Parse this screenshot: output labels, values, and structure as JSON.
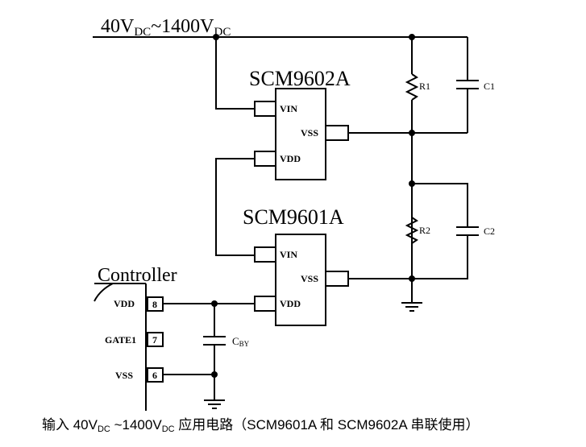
{
  "supply": {
    "label_a": "40V",
    "sub_a": "DC",
    "label_mid": "~1400V",
    "sub_b": "DC"
  },
  "ic_upper": {
    "name": "SCM9602A",
    "pin_vin": "VIN",
    "pin_vss": "VSS",
    "pin_vdd": "VDD"
  },
  "ic_lower": {
    "name": "SCM9601A",
    "pin_vin": "VIN",
    "pin_vss": "VSS",
    "pin_vdd": "VDD"
  },
  "passives": {
    "r1": "R1",
    "c1": "C1",
    "r2": "R2",
    "c2": "C2",
    "cby_main": "C",
    "cby_sub": "BY"
  },
  "controller": {
    "title": "Controller",
    "pin_vdd_label": "VDD",
    "pin_vdd_num": "8",
    "pin_gate_label": "GATE1",
    "pin_gate_num": "7",
    "pin_vss_label": "VSS",
    "pin_vss_num": "6"
  },
  "caption": {
    "prefix": "输入 40V",
    "sub_a": "DC",
    "mid": " ~1400V",
    "sub_b": "DC",
    "suffix": " 应用电路（SCM9601A 和 SCM9602A 串联使用）"
  }
}
